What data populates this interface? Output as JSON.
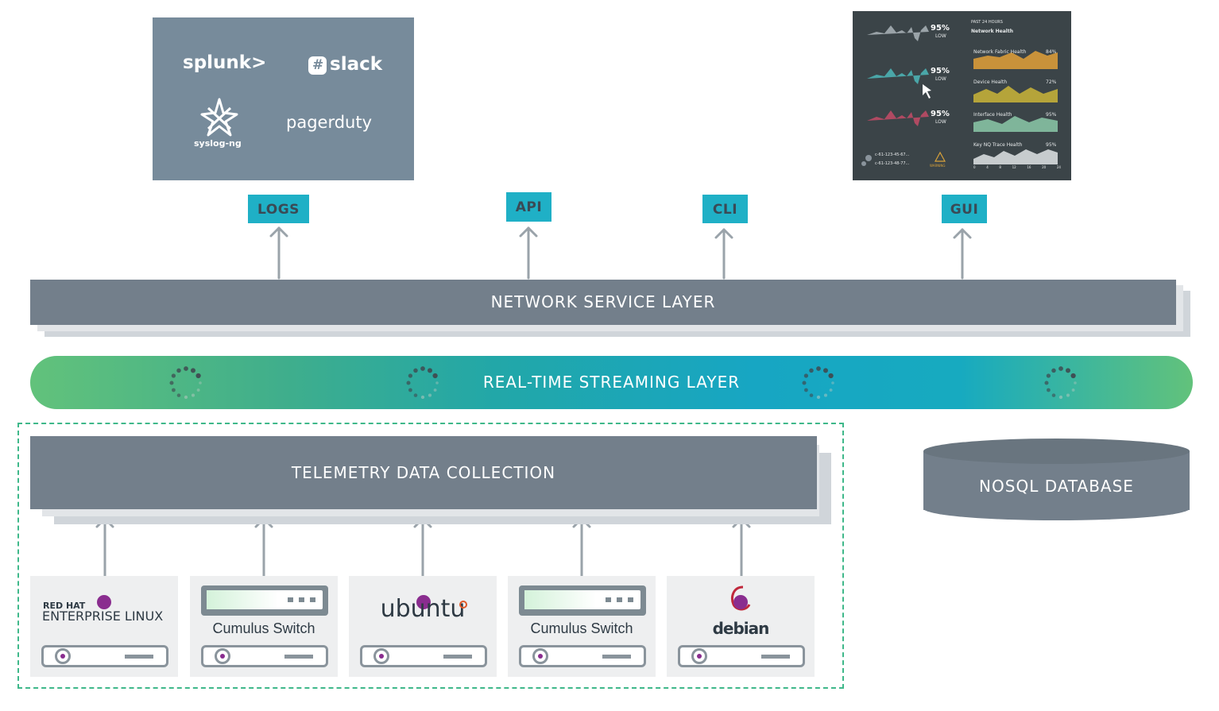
{
  "integrations": {
    "logos": [
      "splunk>",
      "slack",
      "syslog-ng",
      "pagerduty"
    ]
  },
  "dashboard": {
    "period": "PAST 24 HOURS",
    "title": "Network Health",
    "kpis": [
      {
        "value": "95%",
        "label": "LOW"
      },
      {
        "value": "95%",
        "label": "LOW"
      },
      {
        "value": "95%",
        "label": "LOW"
      }
    ],
    "panels": [
      {
        "name": "Network Fabric Health",
        "value": "84%"
      },
      {
        "name": "Device Health",
        "value": "72%"
      },
      {
        "name": "Interface Health",
        "value": "95%"
      },
      {
        "name": "Key NQ Trace Health",
        "value": "95%"
      }
    ],
    "devices": [
      "c-61-123-45-67...",
      "c-61-123-48-77..."
    ],
    "warning": "WARNING",
    "axis_ticks": [
      "0",
      "4",
      "8",
      "12",
      "16",
      "20",
      "24"
    ]
  },
  "outputs": [
    "LOGS",
    "API",
    "CLI",
    "GUI"
  ],
  "layers": {
    "network_service": "NETWORK SERVICE LAYER",
    "streaming": "REAL-TIME STREAMING LAYER",
    "telemetry": "TELEMETRY DATA COLLECTION",
    "database": "NOSQL DATABASE"
  },
  "sources": {
    "redhat_line1": "RED HAT",
    "redhat_line2": "ENTERPRISE LINUX",
    "cumulus_1": "Cumulus Switch",
    "ubuntu": "ubuntu",
    "cumulus_2": "Cumulus Switch",
    "debian": "debian"
  },
  "colors": {
    "layer": "#737f8b",
    "tag": "#1fb0c6",
    "stream_start": "#62c27b",
    "stream_mid": "#17a6c3",
    "dashed_border": "#3fb88a",
    "accent_purple": "#8a2d8f"
  }
}
